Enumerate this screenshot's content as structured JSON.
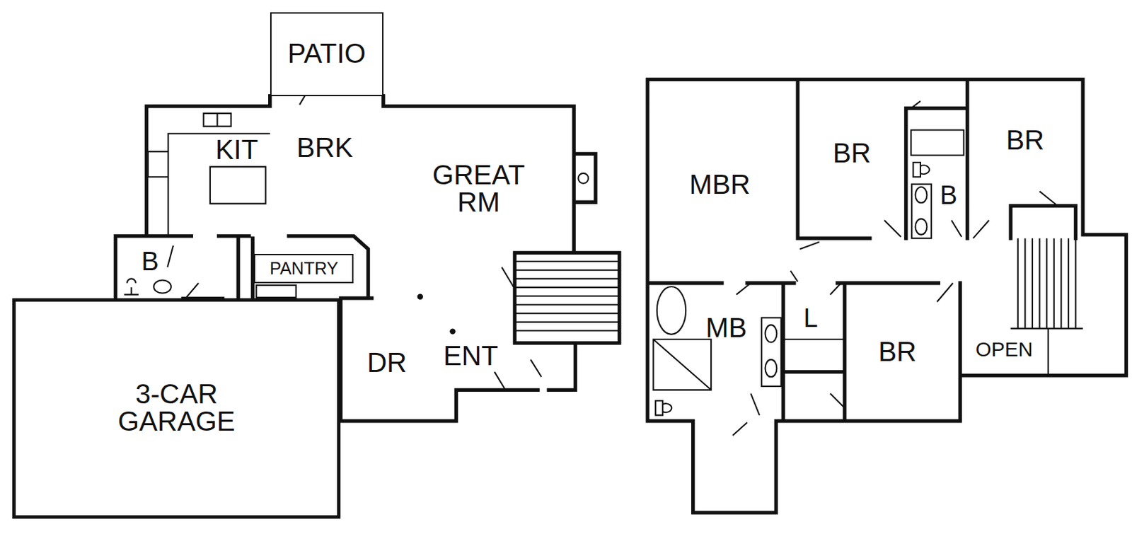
{
  "diagram": {
    "nodes": [
      {
        "text": [
          "PATIO"
        ]
      },
      {
        "text": [
          "PANTRY"
        ]
      },
      {
        "text": [
          "3-CAR GARAGE"
        ]
      }
    ],
    "labels": [
      "KIT",
      "BRK",
      "GREAT RM",
      "B",
      "DR",
      "ENT",
      "MBR",
      "BR",
      "BR",
      "B",
      "MB",
      "L",
      "BR",
      "OPEN"
    ]
  }
}
